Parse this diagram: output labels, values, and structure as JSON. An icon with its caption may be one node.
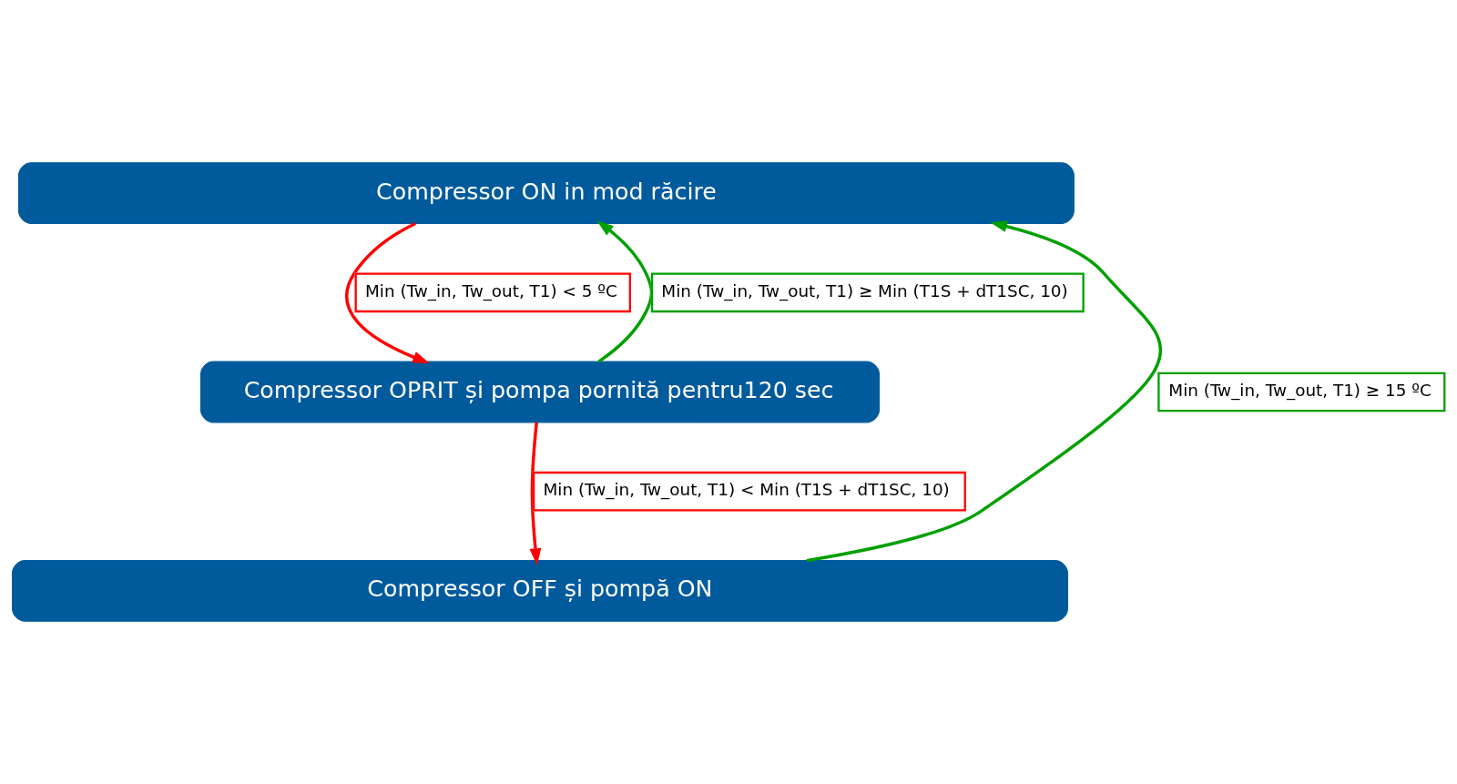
{
  "diagram": {
    "nodes": [
      {
        "text": [
          "Compressor ON in mod răcire"
        ]
      },
      {
        "text": [
          "Compressor OPRIT și pompa pornită pentru120 sec"
        ]
      },
      {
        "text": [
          "Compressor OFF și pompă ON"
        ]
      }
    ],
    "edges": [
      {
        "from": 0,
        "to": 1,
        "arrow": "to",
        "label": "Min (Tw_in, Tw_out, T1) < 5 ºC",
        "color": "#ff0000"
      },
      {
        "from": 1,
        "to": 0,
        "arrow": "to",
        "label": "Min (Tw_in, Tw_out, T1) ≥ Min (T1S + dT1SC, 10)",
        "color": "#00a000"
      },
      {
        "from": 1,
        "to": 2,
        "arrow": "to",
        "label": "Min (Tw_in, Tw_out, T1) < Min (T1S + dT1SC, 10)",
        "color": "#ff0000"
      },
      {
        "from": 2,
        "to": 0,
        "arrow": "to",
        "label": "Min (Tw_in, Tw_out, T1) ≥ 15 ºC",
        "color": "#00a000"
      }
    ]
  }
}
